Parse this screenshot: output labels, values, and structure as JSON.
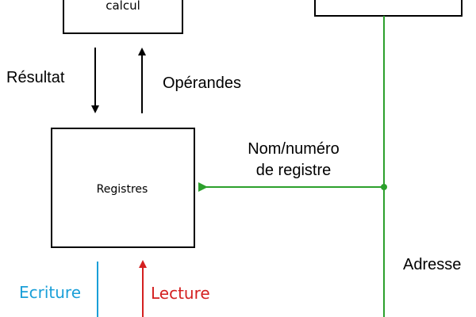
{
  "boxes": {
    "compute_unit_label": "calcul",
    "registers_label": "Registres"
  },
  "labels": {
    "result": "Résultat",
    "operands": "Opérandes",
    "register_name_line1": "Nom/numéro",
    "register_name_line2": "de registre",
    "address": "Adresse",
    "write": "Ecriture",
    "read": "Lecture"
  },
  "colors": {
    "green_bus": "#2ca02c",
    "write_blue": "#1a9fd8",
    "read_red": "#d42020",
    "black": "#000000"
  }
}
